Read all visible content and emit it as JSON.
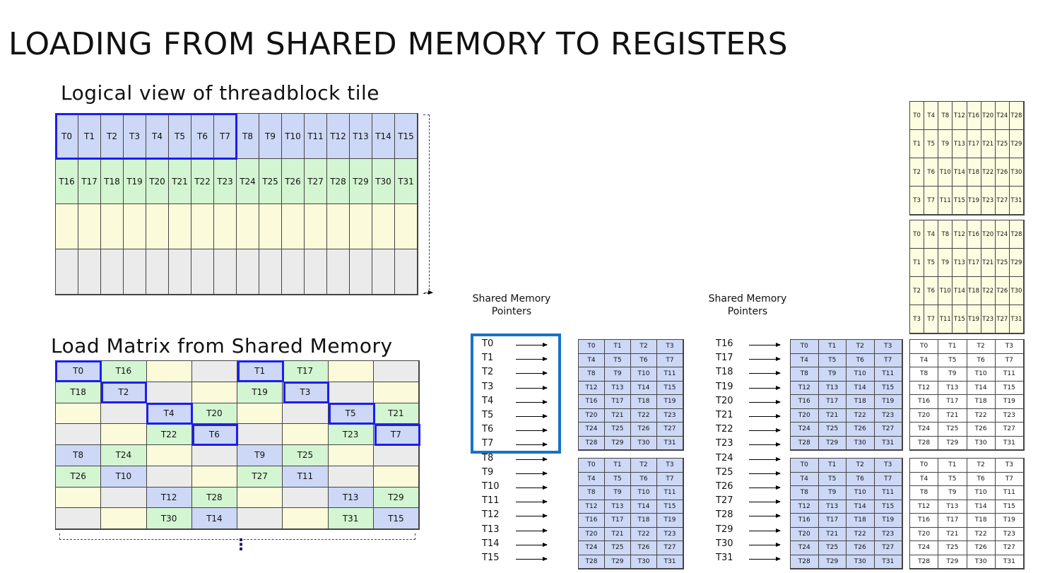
{
  "title": "LOADING FROM SHARED MEMORY TO REGISTERS",
  "logical_view": {
    "subtitle": "Logical view of threadblock tile",
    "rows": [
      {
        "color": "blue",
        "cells": [
          "T0",
          "T1",
          "T2",
          "T3",
          "T4",
          "T5",
          "T6",
          "T7",
          "T8",
          "T9",
          "T10",
          "T11",
          "T12",
          "T13",
          "T14",
          "T15"
        ]
      },
      {
        "color": "green",
        "cells": [
          "T16",
          "T17",
          "T18",
          "T19",
          "T20",
          "T21",
          "T22",
          "T23",
          "T24",
          "T25",
          "T26",
          "T27",
          "T28",
          "T29",
          "T30",
          "T31"
        ]
      },
      {
        "color": "yellow",
        "cells": [
          "",
          "",
          "",
          "",
          "",
          "",
          "",
          "",
          "",
          "",
          "",
          "",
          "",
          "",
          "",
          ""
        ]
      },
      {
        "color": "gray",
        "cells": [
          "",
          "",
          "",
          "",
          "",
          "",
          "",
          "",
          "",
          "",
          "",
          "",
          "",
          "",
          "",
          ""
        ]
      }
    ]
  },
  "load_matrix": {
    "subtitle": "Load Matrix from Shared Memory",
    "rows": [
      [
        [
          "blue",
          "T0"
        ],
        [
          "green",
          "T16"
        ],
        [
          "yellow",
          ""
        ],
        [
          "gray",
          ""
        ],
        [
          "blue",
          "T1"
        ],
        [
          "green",
          "T17"
        ],
        [
          "yellow",
          ""
        ],
        [
          "gray",
          ""
        ]
      ],
      [
        [
          "green",
          "T18"
        ],
        [
          "blue",
          "T2"
        ],
        [
          "gray",
          ""
        ],
        [
          "yellow",
          ""
        ],
        [
          "green",
          "T19"
        ],
        [
          "blue",
          "T3"
        ],
        [
          "gray",
          ""
        ],
        [
          "yellow",
          ""
        ]
      ],
      [
        [
          "yellow",
          ""
        ],
        [
          "gray",
          ""
        ],
        [
          "blue",
          "T4"
        ],
        [
          "green",
          "T20"
        ],
        [
          "yellow",
          ""
        ],
        [
          "gray",
          ""
        ],
        [
          "blue",
          "T5"
        ],
        [
          "green",
          "T21"
        ]
      ],
      [
        [
          "gray",
          ""
        ],
        [
          "yellow",
          ""
        ],
        [
          "green",
          "T22"
        ],
        [
          "blue",
          "T6"
        ],
        [
          "gray",
          ""
        ],
        [
          "yellow",
          ""
        ],
        [
          "green",
          "T23"
        ],
        [
          "blue",
          "T7"
        ]
      ],
      [
        [
          "blue",
          "T8"
        ],
        [
          "green",
          "T24"
        ],
        [
          "yellow",
          ""
        ],
        [
          "gray",
          ""
        ],
        [
          "blue",
          "T9"
        ],
        [
          "green",
          "T25"
        ],
        [
          "yellow",
          ""
        ],
        [
          "gray",
          ""
        ]
      ],
      [
        [
          "green",
          "T26"
        ],
        [
          "blue",
          "T10"
        ],
        [
          "gray",
          ""
        ],
        [
          "yellow",
          ""
        ],
        [
          "green",
          "T27"
        ],
        [
          "blue",
          "T11"
        ],
        [
          "gray",
          ""
        ],
        [
          "yellow",
          ""
        ]
      ],
      [
        [
          "yellow",
          ""
        ],
        [
          "gray",
          ""
        ],
        [
          "blue",
          "T12"
        ],
        [
          "green",
          "T28"
        ],
        [
          "yellow",
          ""
        ],
        [
          "gray",
          ""
        ],
        [
          "blue",
          "T13"
        ],
        [
          "green",
          "T29"
        ]
      ],
      [
        [
          "gray",
          ""
        ],
        [
          "yellow",
          ""
        ],
        [
          "green",
          "T30"
        ],
        [
          "blue",
          "T14"
        ],
        [
          "gray",
          ""
        ],
        [
          "yellow",
          ""
        ],
        [
          "green",
          "T31"
        ],
        [
          "blue",
          "T15"
        ]
      ]
    ],
    "continuation": "⋮"
  },
  "shared_memory": {
    "label": "Shared Memory\nPointers",
    "pointers_left": [
      "T0",
      "T1",
      "T2",
      "T3",
      "T4",
      "T5",
      "T6",
      "T7",
      "T8",
      "T9",
      "T10",
      "T11",
      "T12",
      "T13",
      "T14",
      "T15"
    ],
    "pointers_right": [
      "T16",
      "T17",
      "T18",
      "T19",
      "T20",
      "T21",
      "T22",
      "T23",
      "T24",
      "T25",
      "T26",
      "T27",
      "T28",
      "T29",
      "T30",
      "T31"
    ]
  },
  "thread_tile": [
    [
      "T0",
      "T1",
      "T2",
      "T3"
    ],
    [
      "T4",
      "T5",
      "T6",
      "T7"
    ],
    [
      "T8",
      "T9",
      "T10",
      "T11"
    ],
    [
      "T12",
      "T13",
      "T14",
      "T15"
    ],
    [
      "T16",
      "T17",
      "T18",
      "T19"
    ],
    [
      "T20",
      "T21",
      "T22",
      "T23"
    ],
    [
      "T24",
      "T25",
      "T26",
      "T27"
    ],
    [
      "T28",
      "T29",
      "T30",
      "T31"
    ]
  ],
  "transposed_tile": [
    [
      "T0",
      "T4",
      "T8",
      "T12",
      "T16",
      "T20",
      "T24",
      "T28"
    ],
    [
      "T1",
      "T5",
      "T9",
      "T13",
      "T17",
      "T21",
      "T25",
      "T29"
    ],
    [
      "T2",
      "T6",
      "T10",
      "T14",
      "T18",
      "T22",
      "T26",
      "T30"
    ],
    [
      "T3",
      "T7",
      "T11",
      "T15",
      "T19",
      "T23",
      "T27",
      "T31"
    ]
  ],
  "colors": {
    "blue": "#cdd8f6",
    "green": "#d3f5d1",
    "yellow": "#fbfbdc",
    "gray": "#ebebeb",
    "highlight": "#1d1ded",
    "pointer_highlight": "#1673c7"
  }
}
